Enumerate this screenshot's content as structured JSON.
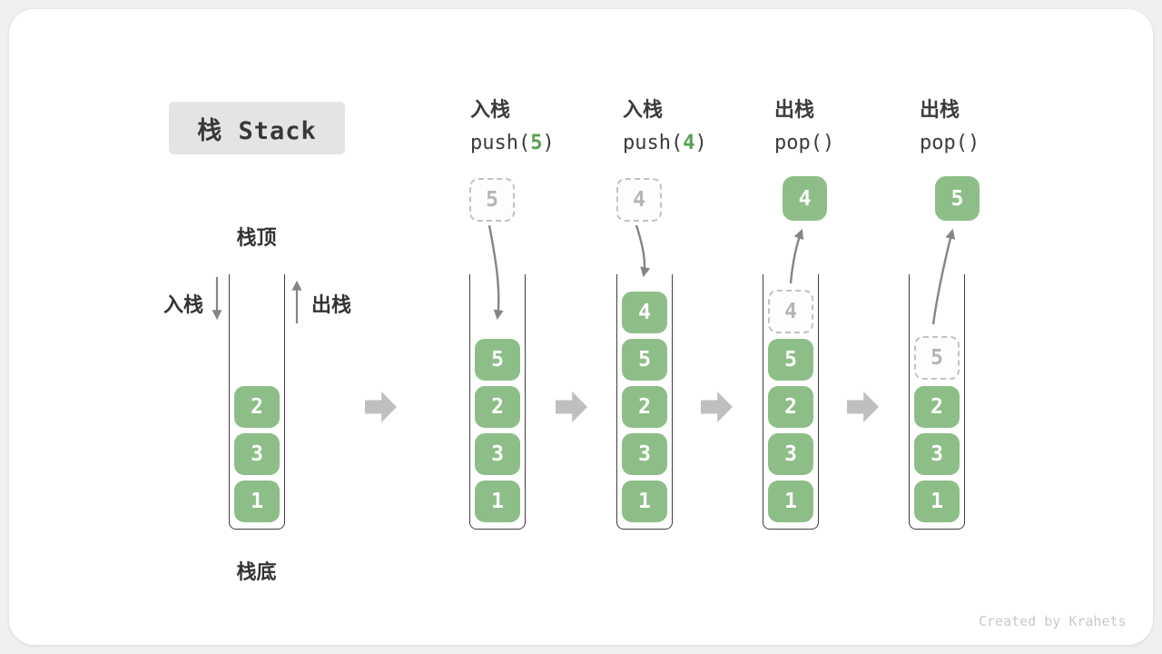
{
  "title": "栈 Stack",
  "watermark": "Created by Krahets",
  "colors": {
    "block_green": "#8ebe88",
    "code_arg_green": "#55a050",
    "ghost_gray": "#c2c2c2",
    "flow_arrow_gray": "#bfbfbf",
    "line_arrow_gray": "#858585",
    "title_box_bg": "#e4e4e4"
  },
  "labels": {
    "stack_top": "栈顶",
    "stack_bottom": "栈底",
    "push_side": "入栈",
    "pop_side": "出栈"
  },
  "operations": [
    {
      "name": "入栈",
      "prefix": "push(",
      "arg": "5",
      "suffix": ")"
    },
    {
      "name": "入栈",
      "prefix": "push(",
      "arg": "4",
      "suffix": ")"
    },
    {
      "name": "出栈",
      "prefix": "pop(",
      "arg": "",
      "suffix": ")"
    },
    {
      "name": "出栈",
      "prefix": "pop(",
      "arg": "",
      "suffix": ")"
    }
  ],
  "stacks": [
    {
      "blocks": [
        "2",
        "3",
        "1"
      ]
    },
    {
      "incoming": "5",
      "blocks": [
        "5",
        "2",
        "3",
        "1"
      ]
    },
    {
      "incoming": "4",
      "blocks": [
        "4",
        "5",
        "2",
        "3",
        "1"
      ]
    },
    {
      "popped": "4",
      "ghost": "4",
      "blocks": [
        "5",
        "2",
        "3",
        "1"
      ]
    },
    {
      "popped": "5",
      "ghost": "5",
      "blocks": [
        "2",
        "3",
        "1"
      ]
    }
  ]
}
